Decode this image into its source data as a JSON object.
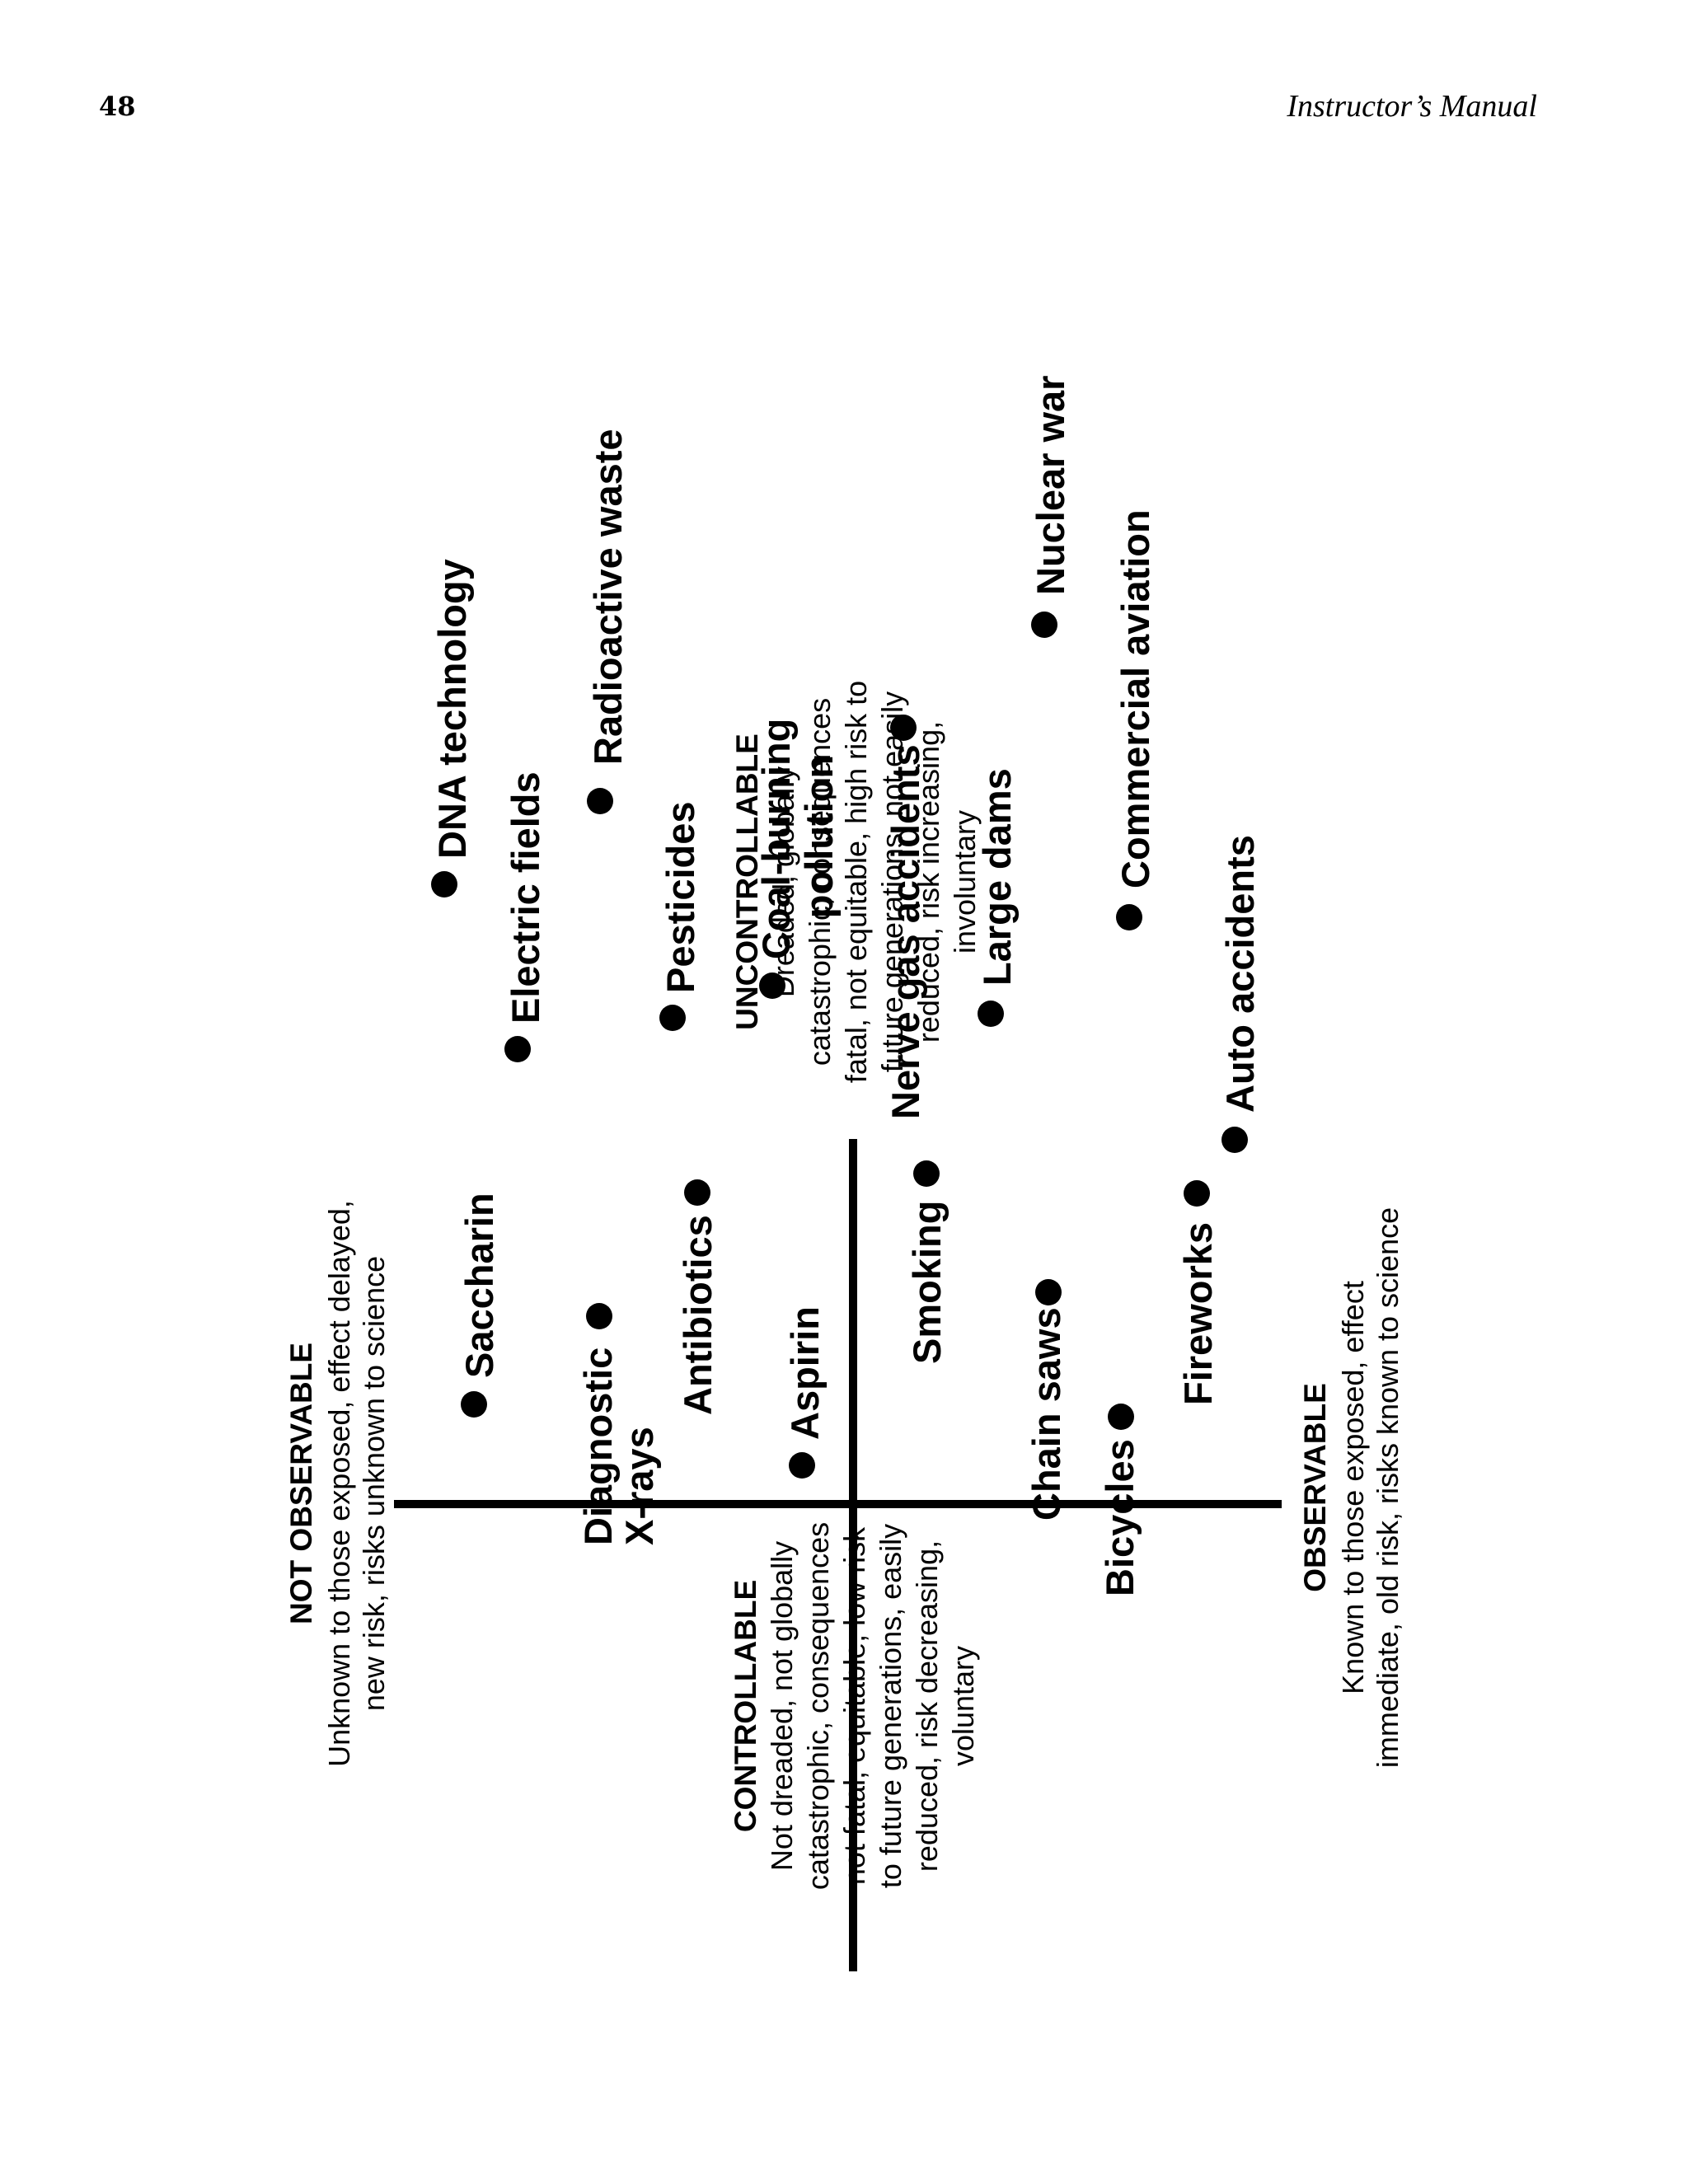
{
  "header": {
    "page_number": "48",
    "running_head": "Instructor’s Manual"
  },
  "poles": {
    "not_observable": {
      "title": "NOT OBSERVABLE",
      "lines": [
        "Unknown to those exposed, effect delayed,",
        "new risk, risks unknown to science"
      ]
    },
    "observable": {
      "title": "OBSERVABLE",
      "lines": [
        "Known to those exposed, effect",
        "immediate, old risk, risks known to science"
      ]
    },
    "uncontrollable": {
      "title": "UNCONTROLLABLE",
      "lines": [
        "Dreaded, globally",
        "catastrophic, consequences",
        "fatal, not equitable, high risk to",
        "future generations, not easily",
        "reduced, risk increasing,",
        "involuntary"
      ]
    },
    "controllable": {
      "title": "CONTROLLABLE",
      "lines": [
        "Not dreaded, not globally",
        "catastrophic, consequences",
        "not fatal, equitable, low risk",
        "to future generations, easily",
        "reduced, risk decreasing,",
        "voluntary"
      ]
    }
  },
  "items": [
    {
      "label": "DNA technology"
    },
    {
      "label": "Electric fields"
    },
    {
      "label": "Radioactive waste"
    },
    {
      "label": "Pesticides"
    },
    {
      "label": "Coal-burning",
      "label2": "pollution"
    },
    {
      "label": "Nerve gas accidents"
    },
    {
      "label": "Large dams"
    },
    {
      "label": "Nuclear war"
    },
    {
      "label": "Commercial aviation"
    },
    {
      "label": "Auto accidents"
    },
    {
      "label": "Saccharin"
    },
    {
      "label": "Diagnostic",
      "label2": "X-rays"
    },
    {
      "label": "Antibiotics"
    },
    {
      "label": "Aspirin"
    },
    {
      "label": "Smoking"
    },
    {
      "label": "Chain saws"
    },
    {
      "label": "Bicycles"
    },
    {
      "label": "Fireworks"
    }
  ]
}
